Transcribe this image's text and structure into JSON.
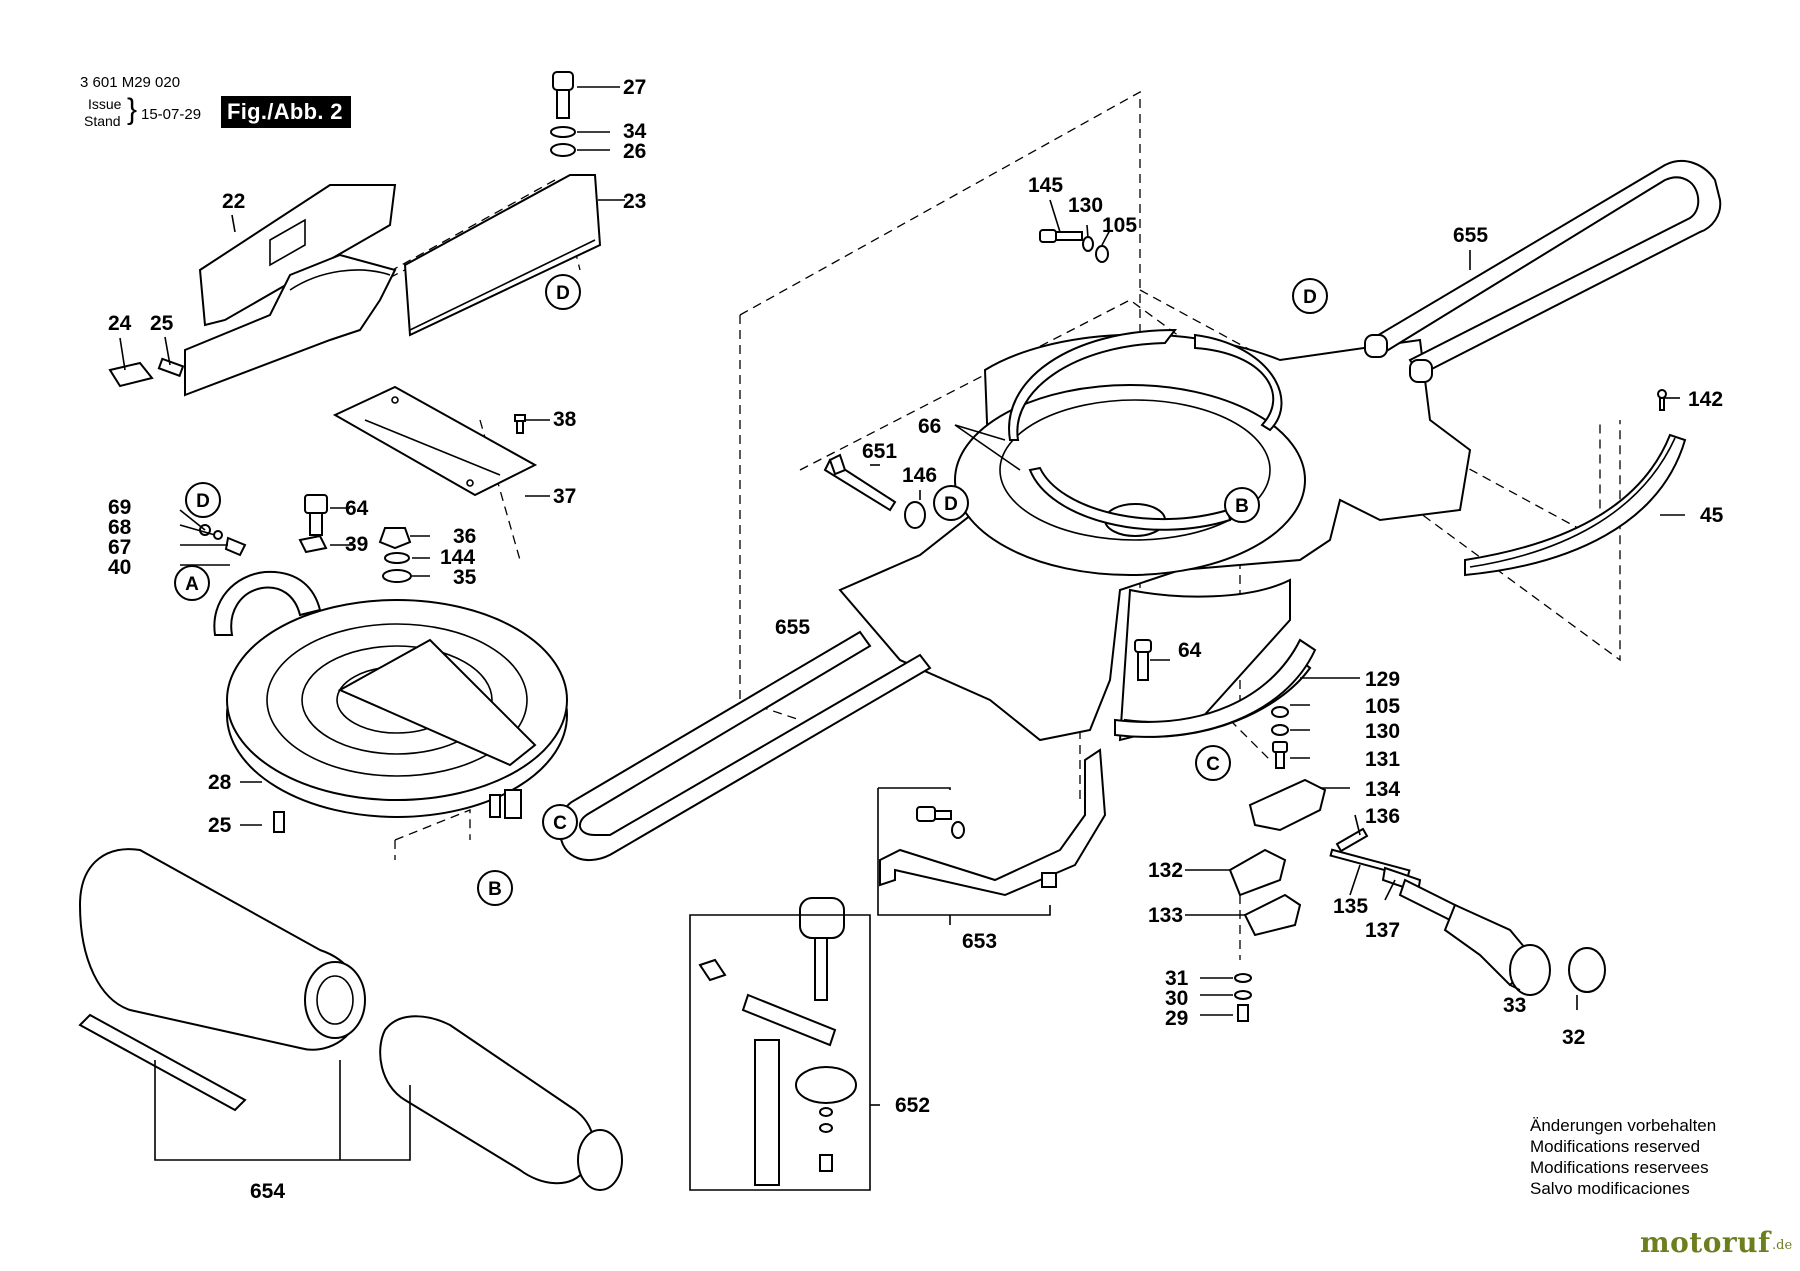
{
  "header": {
    "doc_number": "3 601 M29 020",
    "issue_label": "Issue",
    "stand_label": "Stand",
    "date": "15-07-29",
    "figure_label": "Fig./Abb. 2"
  },
  "callouts": {
    "p27": "27",
    "p34": "34",
    "p26": "26",
    "p23": "23",
    "p22": "22",
    "p24": "24",
    "p25a": "25",
    "p38": "38",
    "p37": "37",
    "p69": "69",
    "p68": "68",
    "p67": "67",
    "p40": "40",
    "p64a": "64",
    "p39": "39",
    "p36": "36",
    "p144": "144",
    "p35": "35",
    "p28": "28",
    "p25b": "25",
    "p654": "654",
    "p145": "145",
    "p130a": "130",
    "p105a": "105",
    "p655a": "655",
    "p66": "66",
    "p651": "651",
    "p146": "146",
    "p142": "142",
    "p45": "45",
    "p655b": "655",
    "p64b": "64",
    "p129": "129",
    "p105b": "105",
    "p130b": "130",
    "p131": "131",
    "p134": "134",
    "p136": "136",
    "p132": "132",
    "p135": "135",
    "p137": "137",
    "p133": "133",
    "p653": "653",
    "p652": "652",
    "p31": "31",
    "p30": "30",
    "p29": "29",
    "p33": "33",
    "p32": "32"
  },
  "refs": {
    "d1": "D",
    "d2": "D",
    "d3": "D",
    "d4": "D",
    "a1": "A",
    "b1": "B",
    "b2": "B",
    "c1": "C",
    "c2": "C"
  },
  "notes": [
    "Änderungen vorbehalten",
    "Modifications reserved",
    "Modifications reservees",
    "Salvo modificaciones"
  ],
  "watermark": {
    "brand": "motoruf",
    "tld": ".de",
    "color": "#6b7f1f"
  }
}
